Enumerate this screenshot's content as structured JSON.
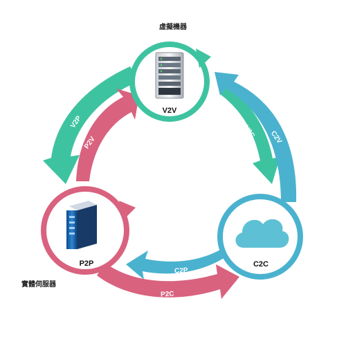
{
  "captions": {
    "virtual_machine": "虛擬機器",
    "physical_server": "實體伺服器"
  },
  "nodes": {
    "v2v": {
      "label": "V2V",
      "color": "#3ec3a0",
      "icon": "server-rack-icon"
    },
    "p2p": {
      "label": "P2P",
      "color": "#d9627f",
      "icon": "blue-server-icon"
    },
    "c2c": {
      "label": "C2C",
      "color": "#4ab2cf",
      "icon": "cloud-icon"
    }
  },
  "arrows": {
    "v2p": {
      "label": "V2P",
      "color": "#3ec3a0"
    },
    "p2v": {
      "label": "P2V",
      "color": "#d9627f"
    },
    "v2c": {
      "label": "V2C",
      "color": "#3ec3a0"
    },
    "c2v": {
      "label": "C2V",
      "color": "#4ab2cf"
    },
    "c2p": {
      "label": "C2P",
      "color": "#4ab2cf"
    },
    "p2c": {
      "label": "P2C",
      "color": "#d9627f"
    }
  }
}
